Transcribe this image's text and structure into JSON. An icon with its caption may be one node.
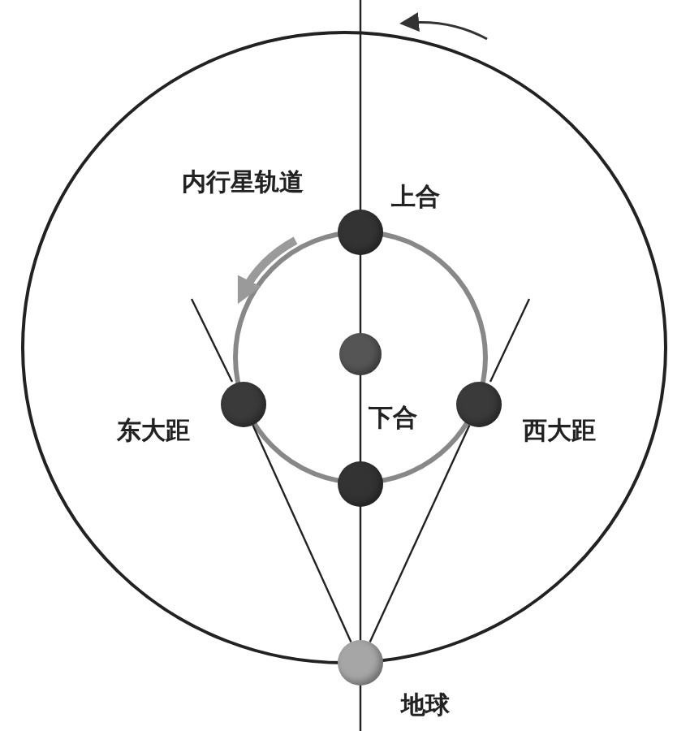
{
  "diagram": {
    "nodes": [
      {
        "text": [],
        "shape": "circle",
        "beside": [
          "上合"
        ]
      },
      {
        "text": [],
        "shape": "circle"
      },
      {
        "text": [],
        "shape": "circle",
        "beside": [
          "东大距"
        ]
      },
      {
        "text": [],
        "shape": "circle",
        "beside": [
          "西大距"
        ]
      },
      {
        "text": [],
        "shape": "circle",
        "beside": [
          "下合"
        ]
      },
      {
        "text": [],
        "shape": "circle",
        "beside": [
          "地球"
        ]
      }
    ],
    "edges": [
      {
        "from": 5,
        "to": 2,
        "arrow": "none"
      },
      {
        "from": 5,
        "to": 3,
        "arrow": "none"
      }
    ],
    "labels": [
      "内行星轨道"
    ]
  }
}
